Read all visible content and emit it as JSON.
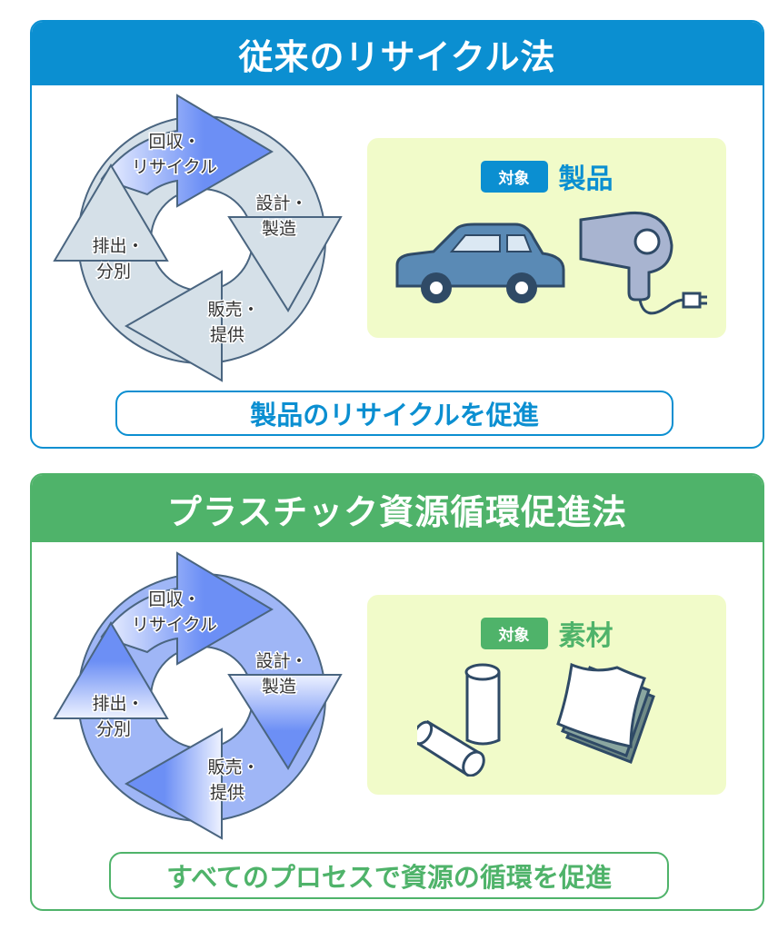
{
  "top": {
    "title": "従来のリサイクル法",
    "cycle": {
      "collect": [
        "回収・",
        "リサイクル"
      ],
      "design": [
        "設計・",
        "製造"
      ],
      "sell": [
        "販売・",
        "提供"
      ],
      "dispose": [
        "排出・",
        "分別"
      ]
    },
    "tag": "対象",
    "target": "製品",
    "banner": "製品のリサイクルを促進",
    "colors": {
      "accent": "#0b8fd1",
      "active": "#6c8ff5",
      "inactive": "#d5e0e8"
    },
    "icons": [
      "car-icon",
      "hair-dryer-icon"
    ]
  },
  "bottom": {
    "title": "プラスチック資源循環促進法",
    "cycle": {
      "collect": [
        "回収・",
        "リサイクル"
      ],
      "design": [
        "設計・",
        "製造"
      ],
      "sell": [
        "販売・",
        "提供"
      ],
      "dispose": [
        "排出・",
        "分別"
      ]
    },
    "tag": "対象",
    "target": "素材",
    "banner": "すべてのプロセスで資源の循環を促進",
    "colors": {
      "accent": "#4fb36a",
      "active": "#6c8ff5"
    },
    "icons": [
      "cylinder-material-icon",
      "sheet-material-icon"
    ]
  }
}
